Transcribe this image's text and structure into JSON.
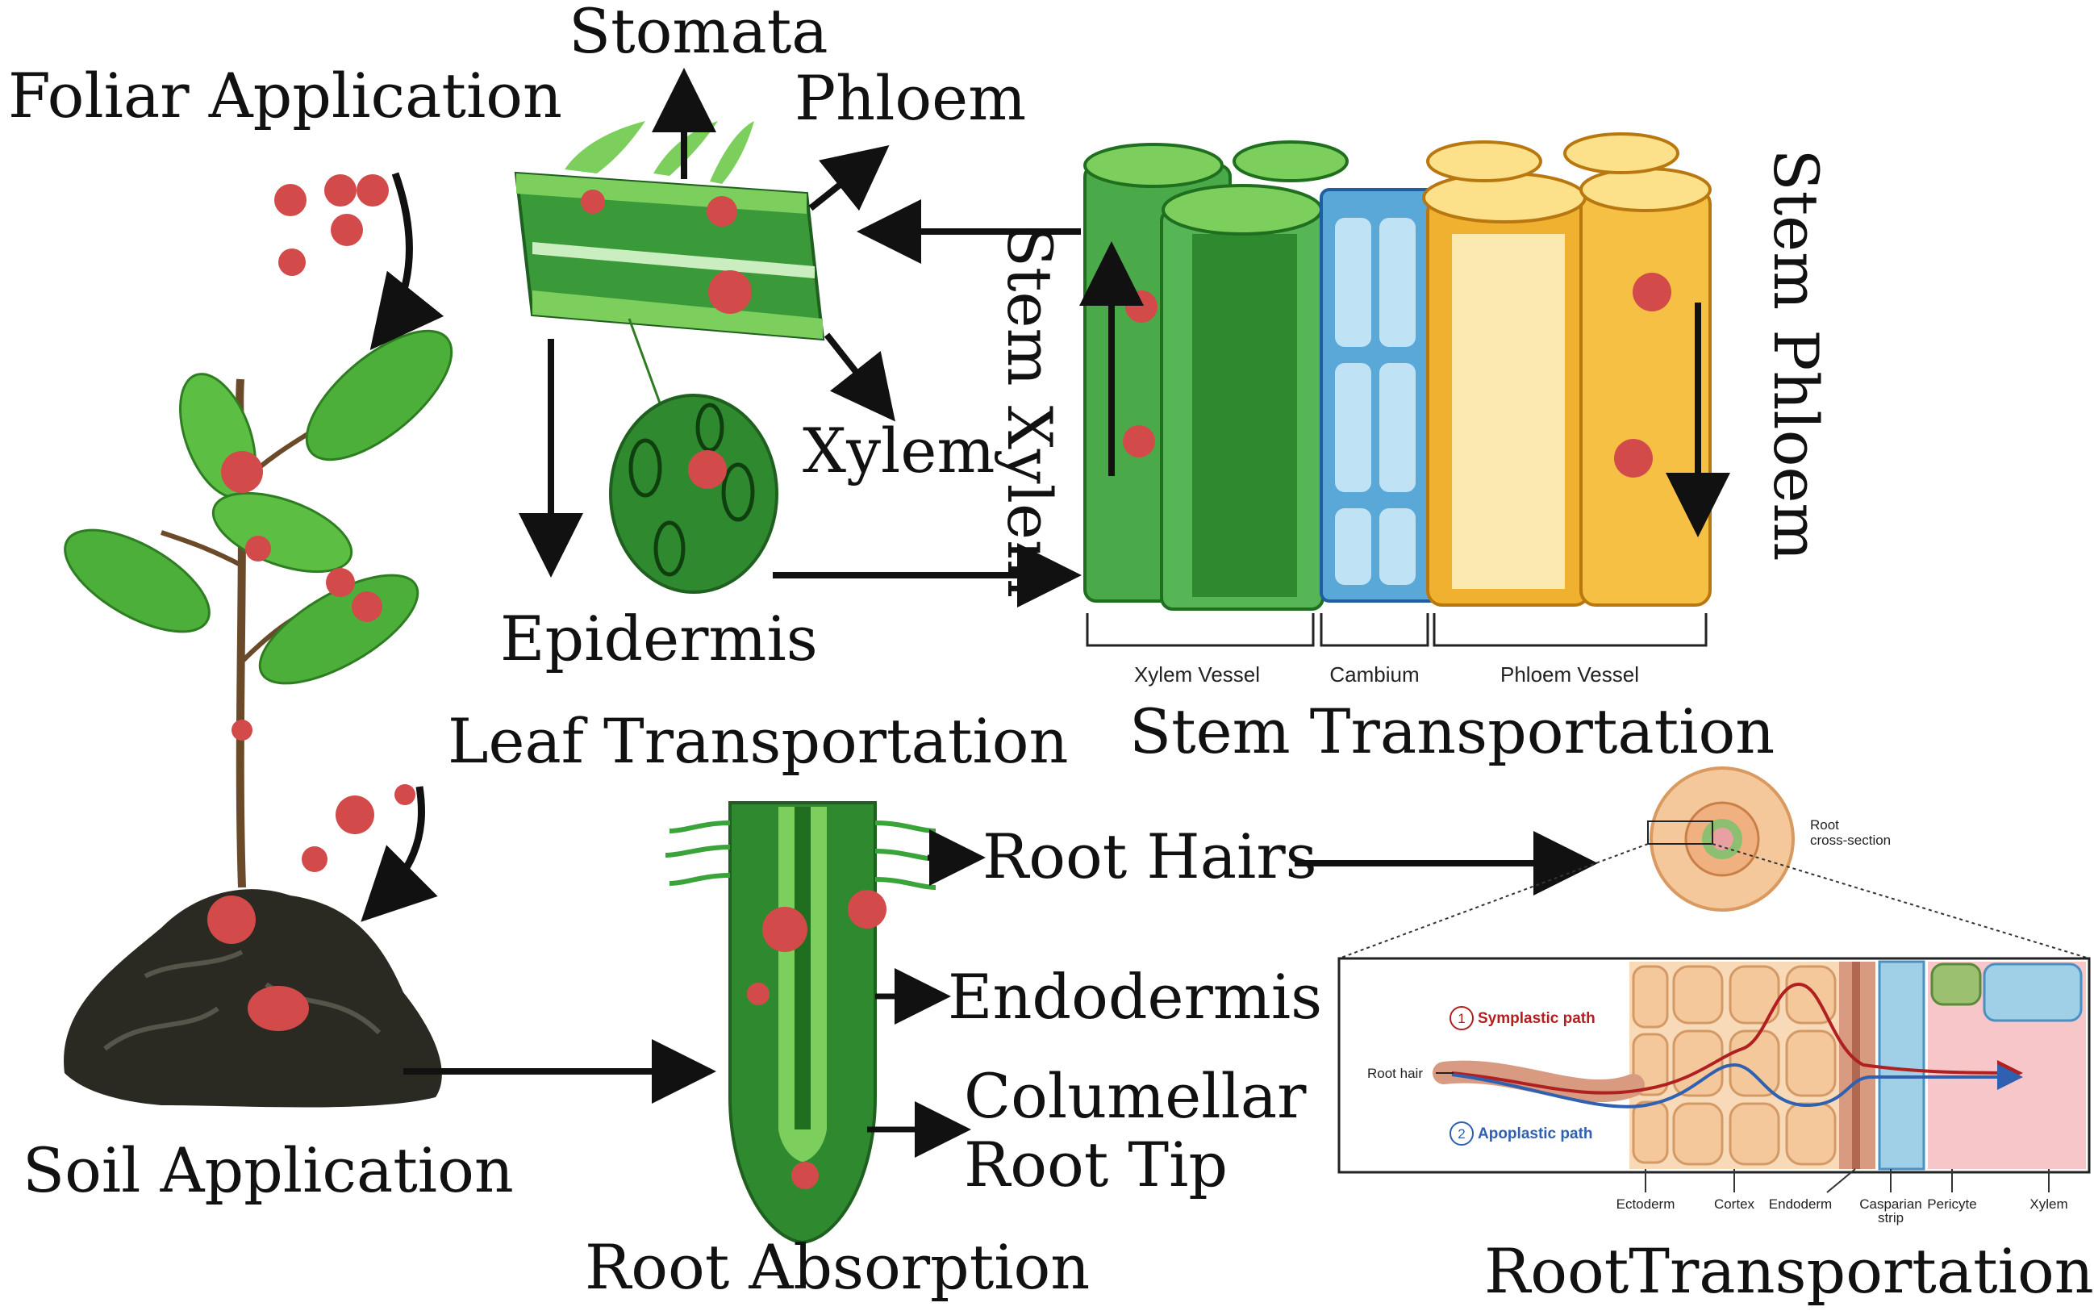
{
  "labels": {
    "foliar_application": "Foliar Application",
    "stomata": "Stomata",
    "phloem": "Phloem",
    "xylem": "Xylem",
    "epidermis": "Epidermis",
    "leaf_transportation": "Leaf Transportation",
    "stem_xylem": "Stem Xylem",
    "stem_phloem": "Stem Phloem",
    "stem_transportation": "Stem Transportation",
    "soil_application": "Soil Application",
    "root_hairs": "Root Hairs",
    "endodermis": "Endodermis",
    "columellar_line1": "Columellar",
    "columellar_line2": "Root Tip",
    "root_absorption": "Root Absorption",
    "root_transportation": "RootTransportation"
  },
  "stem_brackets": {
    "xylem_vessel": "Xylem Vessel",
    "cambium": "Cambium",
    "phloem_vessel": "Phloem Vessel"
  },
  "root_section": {
    "cross_section_line1": "Root",
    "cross_section_line2": "cross-section",
    "symplastic": "Symplastic path",
    "apoplastic": "Apoplastic path",
    "symplastic_num": "1",
    "apoplastic_num": "2",
    "root_hair": "Root hair",
    "ectoderm": "Ectoderm",
    "cortex": "Cortex",
    "endoderm": "Endoderm",
    "casparian_line1": "Casparian",
    "casparian_line2": "strip",
    "pericyte": "Pericyte",
    "xylem": "Xylem"
  },
  "colors": {
    "particle": "#d24a4a",
    "leaf_green": "#3a9a3a",
    "xylem_green": "#4aaa4a",
    "cambium_blue": "#5aa8d8",
    "phloem_yellow": "#f0b030",
    "soil": "#2a2a22",
    "symplastic_red": "#b02020",
    "apoplastic_blue": "#3060b0"
  }
}
